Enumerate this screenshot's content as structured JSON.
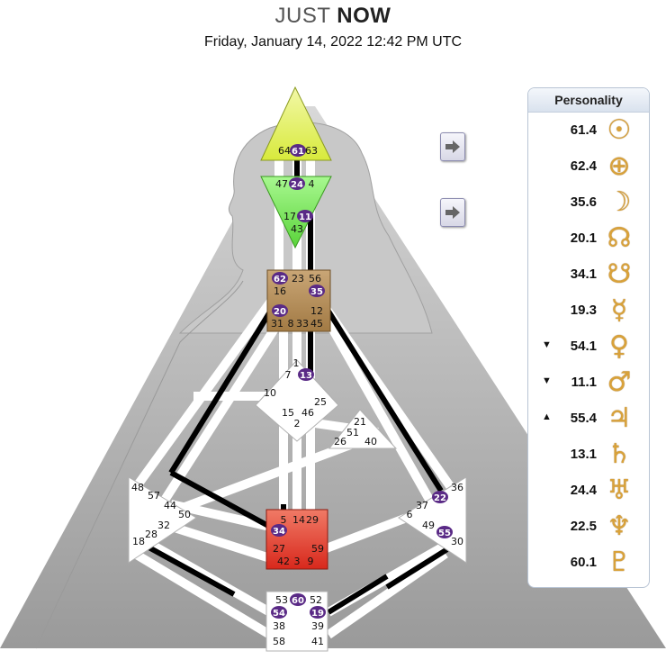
{
  "header": {
    "title_prefix": "JUST",
    "title_strong": "NOW",
    "datetime": "Friday, January 14, 2022 12:42 PM UTC"
  },
  "colors": {
    "head": "#e8f57a",
    "ajna": "#8ff06a",
    "throat": "#b8925c",
    "sacral": "#e8473a",
    "active": "#5a2a86",
    "channel": "#000000",
    "body_bg": "#b5b5b5",
    "glyph": "#d9a23a"
  },
  "arrows": [
    {
      "icon": "right-arrow-icon"
    },
    {
      "icon": "right-arrow-icon"
    }
  ],
  "bodygraph": {
    "gates": {
      "head": [
        "64",
        "61",
        "63"
      ],
      "ajna": [
        "47",
        "24",
        "4",
        "17",
        "11",
        "43"
      ],
      "throat": [
        "62",
        "23",
        "56",
        "16",
        "35",
        "20",
        "12",
        "31",
        "8",
        "33",
        "45"
      ],
      "g": [
        "1",
        "7",
        "13",
        "10",
        "25",
        "15",
        "46",
        "2"
      ],
      "ego": [
        "21",
        "51",
        "26",
        "40"
      ],
      "spleen": [
        "48",
        "57",
        "44",
        "50",
        "32",
        "28",
        "18"
      ],
      "solar": [
        "36",
        "22",
        "37",
        "6",
        "49",
        "55",
        "30"
      ],
      "sacral": [
        "5",
        "14",
        "29",
        "34",
        "27",
        "59",
        "42",
        "3",
        "9"
      ],
      "root": [
        "53",
        "60",
        "52",
        "54",
        "19",
        "38",
        "39",
        "58",
        "41"
      ]
    },
    "active_gates": [
      "61",
      "24",
      "11",
      "62",
      "35",
      "20",
      "13",
      "34",
      "60",
      "54",
      "19",
      "22",
      "55"
    ]
  },
  "personality": {
    "title": "Personality",
    "rows": [
      {
        "mark": "",
        "value": "61.4",
        "planet": "sun-icon",
        "symbol": "☉"
      },
      {
        "mark": "",
        "value": "62.4",
        "planet": "earth-icon",
        "symbol": "⊕"
      },
      {
        "mark": "",
        "value": "35.6",
        "planet": "moon-icon",
        "symbol": "☽"
      },
      {
        "mark": "",
        "value": "20.1",
        "planet": "north-node-icon",
        "symbol": "☊"
      },
      {
        "mark": "",
        "value": "34.1",
        "planet": "south-node-icon",
        "symbol": "☋"
      },
      {
        "mark": "",
        "value": "19.3",
        "planet": "mercury-icon",
        "symbol": "☿"
      },
      {
        "mark": "▼",
        "value": "54.1",
        "planet": "venus-icon",
        "symbol": "♀"
      },
      {
        "mark": "▼",
        "value": "11.1",
        "planet": "mars-icon",
        "symbol": "♂"
      },
      {
        "mark": "▲",
        "value": "55.4",
        "planet": "jupiter-icon",
        "symbol": "♃"
      },
      {
        "mark": "",
        "value": "13.1",
        "planet": "saturn-icon",
        "symbol": "♄"
      },
      {
        "mark": "",
        "value": "24.4",
        "planet": "uranus-icon",
        "symbol": "♅"
      },
      {
        "mark": "",
        "value": "22.5",
        "planet": "neptune-icon",
        "symbol": "♆"
      },
      {
        "mark": "",
        "value": "60.1",
        "planet": "pluto-icon",
        "symbol": "♇"
      }
    ]
  }
}
